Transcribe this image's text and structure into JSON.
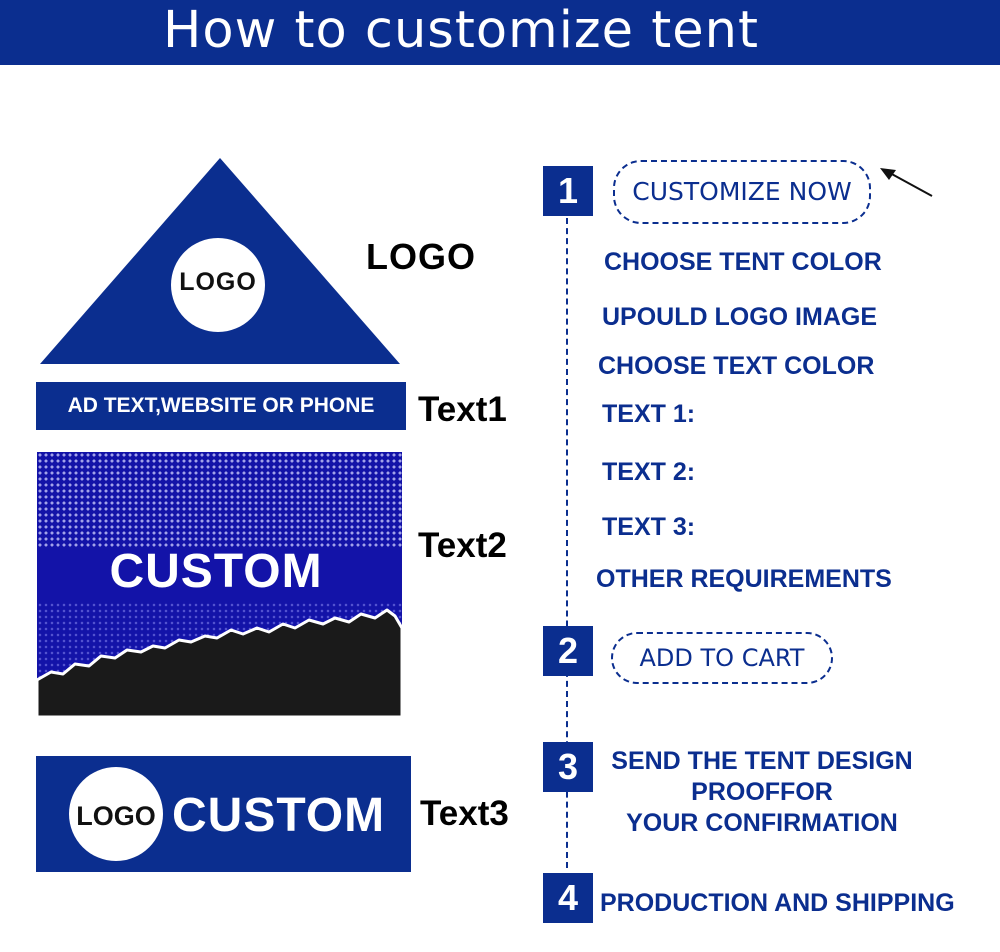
{
  "header": {
    "title": "How to customize tent"
  },
  "colors": {
    "brand_blue": "#0b2e8f",
    "panel_blue": "#1313a8",
    "dark": "#1a1a1a",
    "white": "#ffffff"
  },
  "left": {
    "triangle_logo_text": "LOGO",
    "logo_label": "LOGO",
    "banner1_text": "AD TEXT,WEBSITE OR PHONE",
    "text1_label": "Text1",
    "panel2_text": "CUSTOM",
    "text2_label": "Text2",
    "banner3_logo": "LOGO",
    "banner3_text": "CUSTOM",
    "text3_label": "Text3"
  },
  "steps": [
    {
      "number": "1",
      "button": "CUSTOMIZE NOW",
      "icon": "arrow-pointer-icon"
    },
    {
      "number": "2",
      "button": "ADD TO CART"
    },
    {
      "number": "3",
      "lines": [
        "SEND THE TENT DESIGN",
        "PROOFFOR",
        "YOUR CONFIRMATION"
      ]
    },
    {
      "number": "4",
      "text": "PRODUCTION AND SHIPPING"
    }
  ],
  "options": [
    "CHOOSE TENT COLOR",
    "UPOULD LOGO IMAGE",
    "CHOOSE TEXT COLOR",
    "TEXT 1:",
    "TEXT 2:",
    "TEXT 3:",
    "OTHER REQUIREMENTS"
  ]
}
